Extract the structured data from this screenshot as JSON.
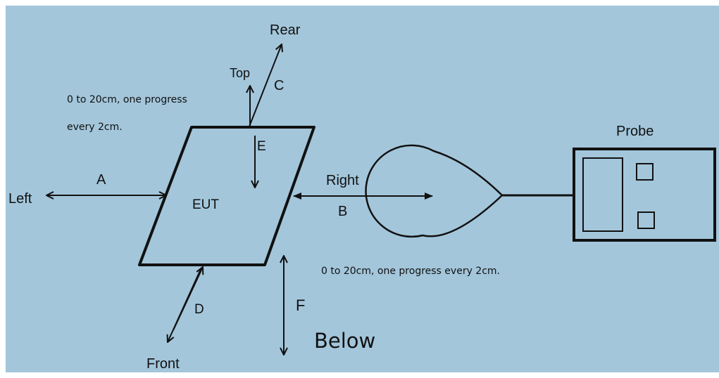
{
  "colors": {
    "background": "#a3c6db",
    "ink": "#111111",
    "page": "#ffffff"
  },
  "labels": {
    "rear": "Rear",
    "top": "Top",
    "c": "C",
    "note_top_line1": "0 to 20cm, one progress",
    "note_top_line2": "every 2cm.",
    "e": "E",
    "a": "A",
    "left": "Left",
    "eut": "EUT",
    "right": "Right",
    "b": "B",
    "probe": "Probe",
    "note_right": "0 to 20cm, one progress every 2cm.",
    "d": "D",
    "f": "F",
    "below": "Below",
    "front": "Front"
  }
}
